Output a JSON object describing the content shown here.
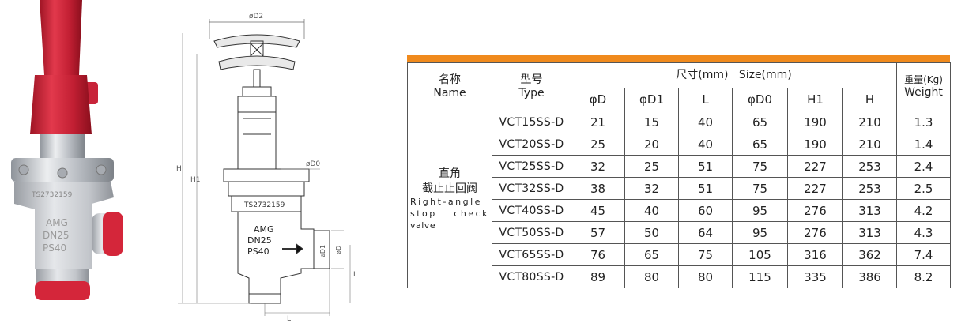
{
  "product": {
    "body_marking": [
      "AMG",
      "DN25",
      "PS40"
    ],
    "serial": "TS2732159"
  },
  "drawing": {
    "labels": {
      "d2": "øD2",
      "d0": "øD0",
      "d1": "øD1",
      "d": "øD",
      "h": "H",
      "h1": "H1",
      "l_side": "L",
      "l_bottom": "L"
    },
    "marking": [
      "AMG",
      "DN25",
      "PS40"
    ],
    "serial": "TS2732159"
  },
  "table": {
    "header": {
      "name_zh": "名称",
      "name_en": "Name",
      "type_zh": "型号",
      "type_en": "Type",
      "size": "尺寸(mm)   Size(mm)",
      "weight_zh": "重量(Kg)",
      "weight_en": "Weight",
      "columns": [
        "φD",
        "φD1",
        "L",
        "φD0",
        "H1",
        "H"
      ]
    },
    "name": {
      "zh1": "直角",
      "zh2": "截止止回阀",
      "en1": "Right-angle",
      "en2": "stop check",
      "en3": "valve"
    },
    "rows": [
      {
        "type": "VCT15SS-D",
        "d": "21",
        "d1": "15",
        "l": "40",
        "d0": "65",
        "h1": "190",
        "h": "210",
        "weight": "1.3"
      },
      {
        "type": "VCT20SS-D",
        "d": "25",
        "d1": "20",
        "l": "40",
        "d0": "65",
        "h1": "190",
        "h": "210",
        "weight": "1.4"
      },
      {
        "type": "VCT25SS-D",
        "d": "32",
        "d1": "25",
        "l": "51",
        "d0": "75",
        "h1": "227",
        "h": "253",
        "weight": "2.4"
      },
      {
        "type": "VCT32SS-D",
        "d": "38",
        "d1": "32",
        "l": "51",
        "d0": "75",
        "h1": "227",
        "h": "253",
        "weight": "2.5"
      },
      {
        "type": "VCT40SS-D",
        "d": "45",
        "d1": "40",
        "l": "60",
        "d0": "95",
        "h1": "276",
        "h": "313",
        "weight": "4.2"
      },
      {
        "type": "VCT50SS-D",
        "d": "57",
        "d1": "50",
        "l": "64",
        "d0": "95",
        "h1": "276",
        "h": "313",
        "weight": "4.3"
      },
      {
        "type": "VCT65SS-D",
        "d": "76",
        "d1": "65",
        "l": "75",
        "d0": "105",
        "h1": "316",
        "h": "362",
        "weight": "7.4"
      },
      {
        "type": "VCT80SS-D",
        "d": "89",
        "d1": "80",
        "l": "80",
        "d0": "115",
        "h1": "335",
        "h": "386",
        "weight": "8.2"
      }
    ]
  },
  "colors": {
    "accent": "#f08a1d",
    "handle_red": "#d4263a",
    "steel": "#c9ccd1"
  }
}
